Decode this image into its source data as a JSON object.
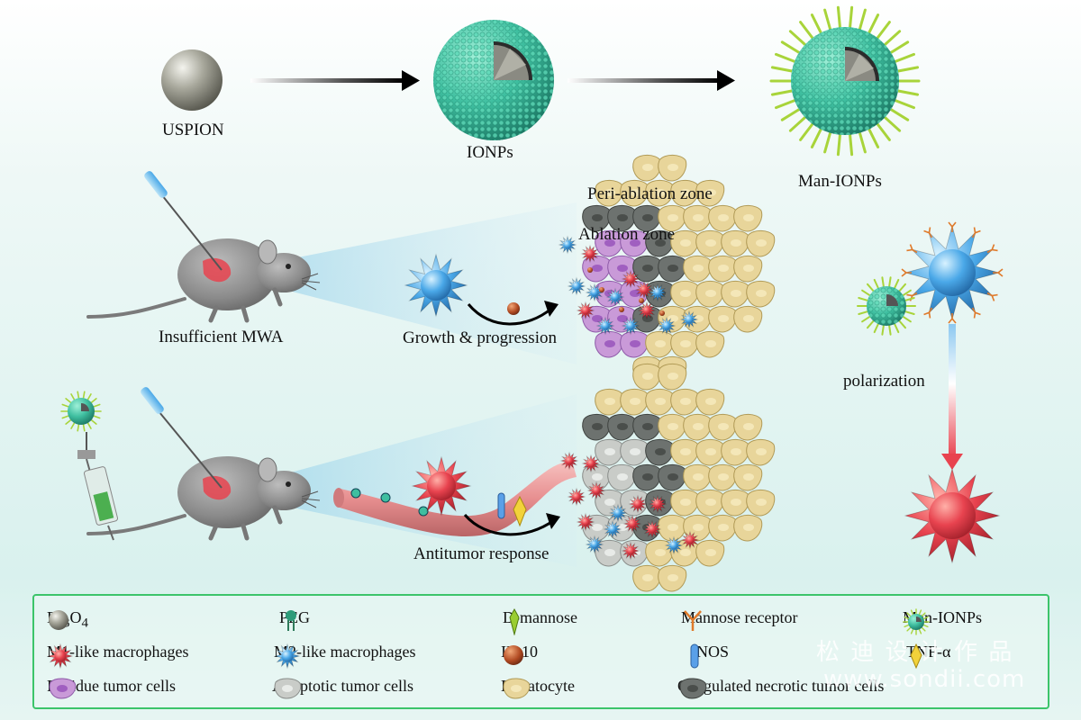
{
  "labels": {
    "uspion": "USPION",
    "ionps": "IONPs",
    "man_ionps": "Man-IONPs",
    "peri_ablation": "Peri-ablation zone",
    "ablation": "Ablation zone",
    "insufficient_mwa": "Insufficient MWA",
    "growth": "Growth & progression",
    "antitumor": "Antitumor response",
    "polarization": "polarization"
  },
  "legend": {
    "fe3o4": {
      "main": "Fe",
      "sub1": "3",
      "mid": "O",
      "sub2": "4"
    },
    "peg": "PEG",
    "d_mannose": "D-mannose",
    "mannose_receptor": "Mannose receptor",
    "man_ionps": "Man-IONPs",
    "m1": "M1-like macrophages",
    "m2": "M2-like macrophages",
    "il10": "IL-10",
    "inos": "iNOS",
    "tnf": "TNF-α",
    "residue": "Residue tumor cells",
    "apoptotic": "Apoptotic tumor cells",
    "hepatocyte": "Hepatocyte",
    "coagulated": "Coagulated necrotic tumor cells"
  },
  "watermark": {
    "line1": "松 迪 设 计 作 品",
    "line2": "www.sondii.com"
  },
  "colors": {
    "teal_np": "#3fbfa0",
    "m1_red": "#e8434f",
    "m2_blue": "#4aa8e8",
    "legend_border": "#3cc46a",
    "hepatocyte": "#e8d59a",
    "necrotic": "#6d726f",
    "residue": "#c99ad8"
  }
}
